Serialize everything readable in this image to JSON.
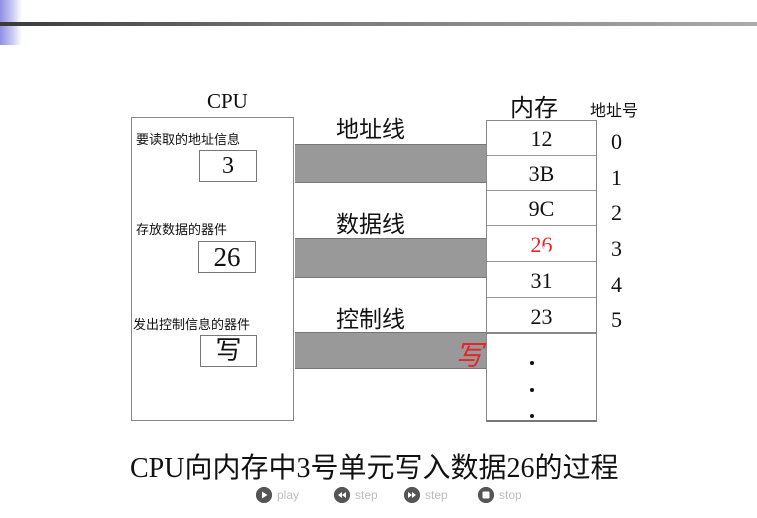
{
  "cpu": {
    "title": "CPU",
    "sections": [
      {
        "label": "要读取的地址信息",
        "value": "3"
      },
      {
        "label": "存放数据的器件",
        "value": "26"
      },
      {
        "label": "发出控制信息的器件",
        "value": "写"
      }
    ]
  },
  "buses": [
    {
      "label": "地址线",
      "signal": ""
    },
    {
      "label": "数据线",
      "signal": ""
    },
    {
      "label": "控制线",
      "signal": "写"
    }
  ],
  "memory": {
    "title": "内存",
    "address_header": "地址号",
    "cells": [
      {
        "value": "12",
        "address": "0"
      },
      {
        "value": "3B",
        "address": "1"
      },
      {
        "value": "9C",
        "address": "2"
      },
      {
        "value": "26",
        "address": "3",
        "highlight": true
      },
      {
        "value": "31",
        "address": "4"
      },
      {
        "value": "23",
        "address": "5"
      }
    ],
    "continuation": "..."
  },
  "caption": "CPU向内存中3号单元写入数据26的过程",
  "controls": [
    {
      "label": "play",
      "icon": "play-icon"
    },
    {
      "label": "step",
      "icon": "step-back-icon"
    },
    {
      "label": "step",
      "icon": "step-forward-icon"
    },
    {
      "label": "stop",
      "icon": "stop-icon"
    }
  ],
  "colors": {
    "highlight": "#e8242a",
    "bus": "#999999"
  }
}
